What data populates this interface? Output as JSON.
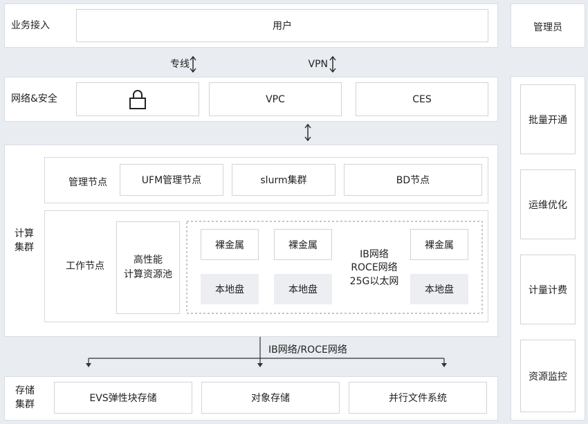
{
  "business": {
    "label": "业务接入",
    "user": "用户"
  },
  "admin": {
    "label": "管理员"
  },
  "links": {
    "dedicated": "专线",
    "vpn": "VPN"
  },
  "network": {
    "label": "网络&安全",
    "vpc": "VPC",
    "ces": "CES",
    "lock_icon": "lock-icon"
  },
  "compute": {
    "label_line1": "计算",
    "label_line2": "集群",
    "mgmt": {
      "label": "管理节点",
      "ufm": "UFM管理节点",
      "slurm": "slurm集群",
      "bd": "BD节点"
    },
    "work": {
      "label": "工作节点",
      "pool_line1": "高性能",
      "pool_line2": "计算资源池",
      "bare_metal_1": "裸金属",
      "bare_metal_2": "裸金属",
      "bare_metal_3": "裸金属",
      "local_disk_1": "本地盘",
      "local_disk_2": "本地盘",
      "local_disk_3": "本地盘",
      "net_line1": "IB网络",
      "net_line2": "ROCE网络",
      "net_line3": "25G以太网"
    }
  },
  "interconnect": "IB网络/ROCE网络",
  "storage": {
    "label_line1": "存储",
    "label_line2": "集群",
    "evs": "EVS弹性块存储",
    "object": "对象存储",
    "pfs": "并行文件系统"
  },
  "ops": {
    "batch": "批量开通",
    "optimize": "运维优化",
    "billing": "计量计费",
    "monitor": "资源监控"
  }
}
